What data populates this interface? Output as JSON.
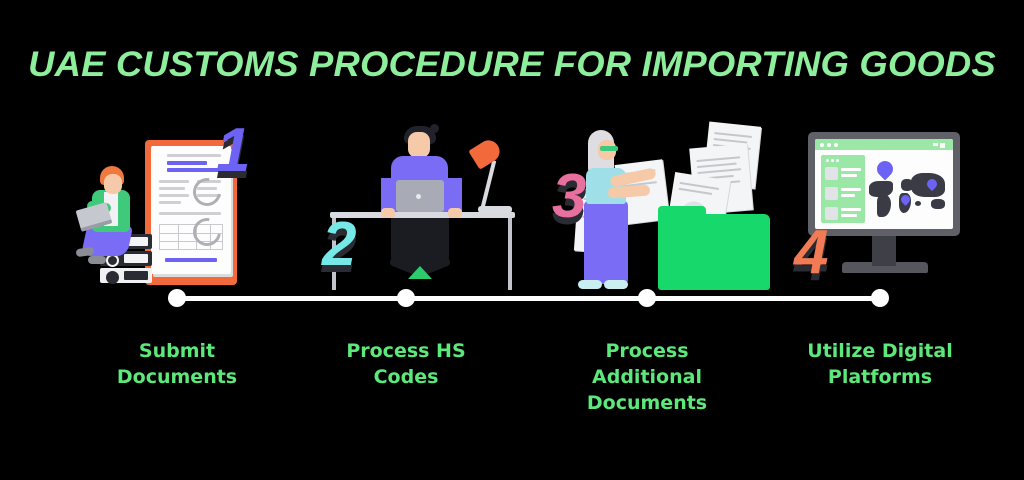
{
  "page": {
    "title": "UAE CUSTOMS PROCEDURE FOR IMPORTING GOODS",
    "background_color": "#000000",
    "title_color": "#8DEE9B",
    "label_color": "#5CE87A",
    "timeline_color": "#FFFFFF"
  },
  "steps": [
    {
      "number": "1",
      "number_color": "#6C63F5",
      "label": "Submit\nDocuments",
      "illustration": "person-with-laptop-and-clipboard-document"
    },
    {
      "number": "2",
      "number_color": "#76E8E8",
      "label": "Process HS\nCodes",
      "illustration": "person-at-desk-with-laptop-and-lamp"
    },
    {
      "number": "3",
      "number_color": "#E8709E",
      "label": "Process\nAdditional\nDocuments",
      "illustration": "person-filing-papers-into-green-folder"
    },
    {
      "number": "4",
      "number_color": "#F07B55",
      "label": "Utilize Digital\nPlatforms",
      "illustration": "desktop-monitor-with-world-map-and-location-pins"
    }
  ]
}
